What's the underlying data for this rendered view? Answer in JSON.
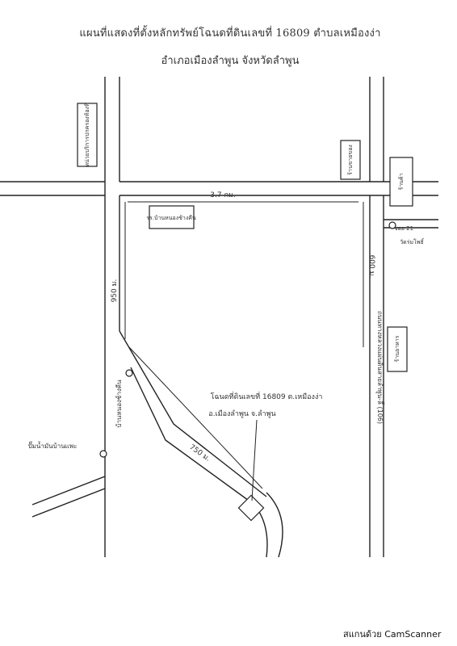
{
  "title": {
    "line1": "แผนที่แสดงที่ตั้งหลักทรัพย์โฉนดที่ดินเลขที่ 16809 ตำบลเหมืองง่า",
    "line2": "อำเภอเมืองลำพูน จังหวัดลำพูน"
  },
  "map": {
    "labels": {
      "left_building": "หน่วยบริการปกครองท้องที่",
      "top_mid_building": "ร้านขายของ",
      "right_building": "ร้านค้า",
      "school": "รร.บ้านหนองช้างคืน",
      "dist_top": "3.7 กม.",
      "dist_left": "950 ม.",
      "dist_right": "600 ม.",
      "dist_diag": "750 ม.",
      "road_right": "ถนนทางหลวงแผ่นดินสายลำพูน-ลี้ (106)",
      "road_left": "บ้านหนองช้างคืน",
      "pump": "ปั๊มน้ำมันบ้านแพะ",
      "jn_right": "ซอย 21",
      "jn_right2": "วัดร่มโพธิ์",
      "right_building2": "ร้านอาหาร",
      "annotation_line1": "โฉนดที่ดินเลขที่ 16809 ต.เหมืองง่า",
      "annotation_line2": "อ.เมืองลำพูน จ.ลำพูน"
    }
  },
  "footer": {
    "watermark": "สแกนด้วย CamScanner"
  }
}
